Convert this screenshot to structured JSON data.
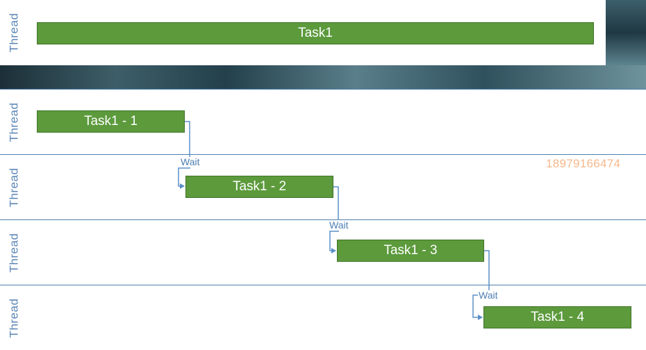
{
  "lanes": [
    {
      "label": "Thread"
    },
    {
      "label": "Thread"
    },
    {
      "label": "Thread"
    },
    {
      "label": "Thread"
    },
    {
      "label": "Thread"
    }
  ],
  "tasks": {
    "main": "Task1",
    "sub1": "Task1 - 1",
    "sub2": "Task1 - 2",
    "sub3": "Task1 - 3",
    "sub4": "Task1 - 4"
  },
  "wait_label": "Wait",
  "overlay_text": "18979166474",
  "colors": {
    "task_fill": "#5c9a3c",
    "connector": "#5b8fc9",
    "lane_label": "#5b86b5",
    "overlay": "#f6b88a"
  }
}
